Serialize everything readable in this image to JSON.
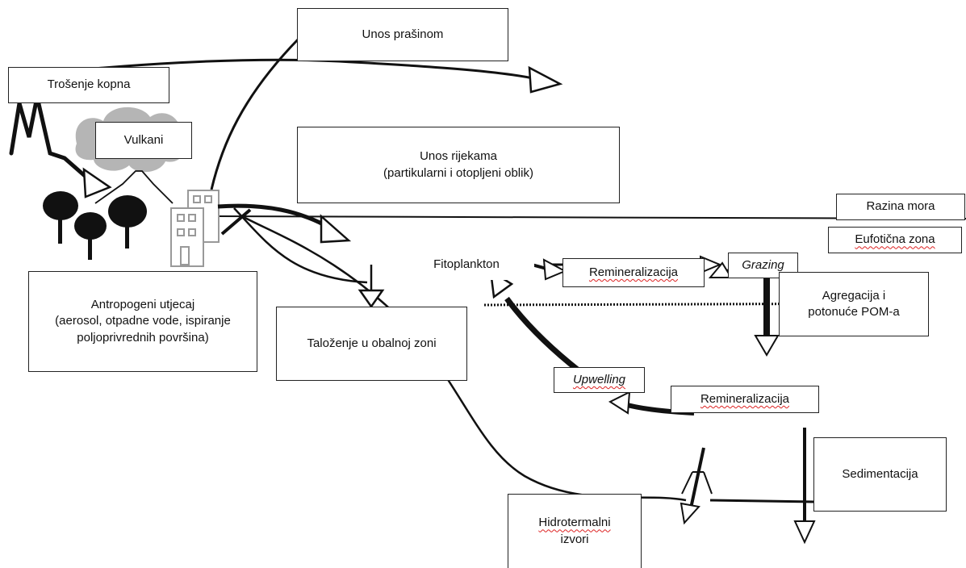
{
  "labels": {
    "dust_input": "Unos prašinom",
    "land_weathering": "Trošenje kopna",
    "volcanoes": "Vulkani",
    "river_input_line1": "Unos rijekama",
    "river_input_line2": "(partikularni i otopljeni oblik)",
    "sea_level": "Razina mora",
    "euphotic_zone": "Eufotična zona",
    "phytoplankton": "Fitoplankton",
    "grazing": "Grazing",
    "remineralization_upper": "Remineralizacija",
    "anthropogenic_line1": "Antropogeni utjecaj",
    "anthropogenic_line2": "(aerosol, otpadne vode, ispiranje",
    "anthropogenic_line3": "poljoprivrednih površina)",
    "aggregation_line1": "Agregacija i",
    "aggregation_line2": "potonuće POM-a",
    "coastal_deposition": "Taloženje u obalnoj zoni",
    "upwelling": "Upwelling",
    "remineralization_lower": "Remineralizacija",
    "sedimentation": "Sedimentacija",
    "hydrothermal_line1": "Hidrotermalni",
    "hydrothermal_line2": "izvori"
  },
  "colors": {
    "ink": "#111111",
    "border": "#222222",
    "cloud": "#b5b5b5",
    "squiggle": "#dd2222"
  },
  "icons": [
    "tree-icon",
    "building-icon",
    "volcano-icon",
    "hydrothermal-vent-icon"
  ]
}
